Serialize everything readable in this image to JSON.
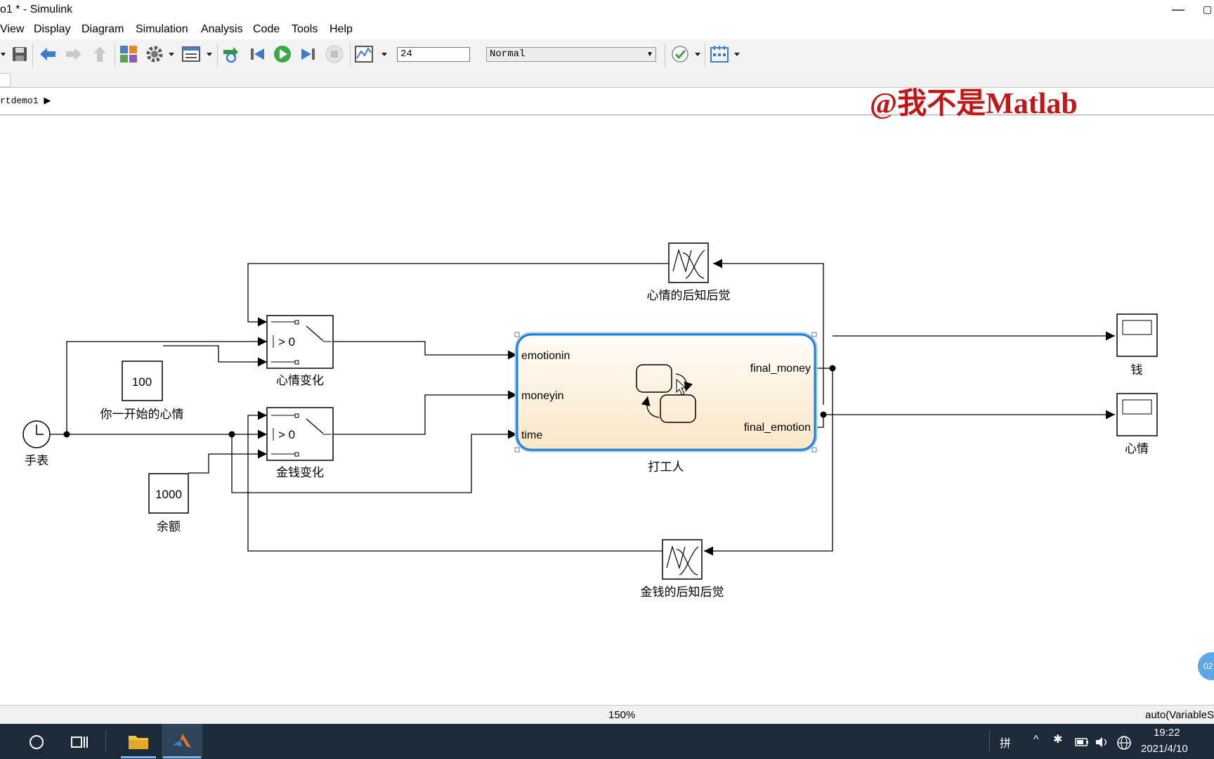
{
  "window": {
    "title": "o1 * - Simulink",
    "min_glyph": "—",
    "max_glyph": "▢"
  },
  "menu": [
    "View",
    "Display",
    "Diagram",
    "Simulation",
    "Analysis",
    "Code",
    "Tools",
    "Help"
  ],
  "toolbar": {
    "stop_time": "24",
    "sim_mode": "Normal"
  },
  "breadcrumb": {
    "text": "rtdemo1"
  },
  "watermark": "@我不是Matlab",
  "diagram": {
    "clock_label": "手表",
    "const_mood_value": "100",
    "const_mood_label": "你一开始的心情",
    "const_money_value": "1000",
    "const_money_label": "余额",
    "switch_symbol": "> 0",
    "switch_mood_label": "心情变化",
    "switch_money_label": "金钱变化",
    "chart_label": "打工人",
    "chart_in_ports": [
      "emotionin",
      "moneyin",
      "time"
    ],
    "chart_out_ports": [
      "final_money",
      "final_emotion"
    ],
    "delay_top_label": "心情的后知后觉",
    "delay_bottom_label": "金钱的后知后觉",
    "scope_money_label": "钱",
    "scope_mood_label": "心情"
  },
  "status": {
    "zoom": "150%",
    "solver": "auto(VariableS"
  },
  "taskbar": {
    "ime": "拼",
    "time": "19:22",
    "date": "2021/4/10",
    "float": "02"
  },
  "colors": {
    "chart_fill": "#fdf0dc",
    "chart_border": "#1e7fd4",
    "watermark": "#c01818",
    "taskbar": "#1c2a3a"
  }
}
